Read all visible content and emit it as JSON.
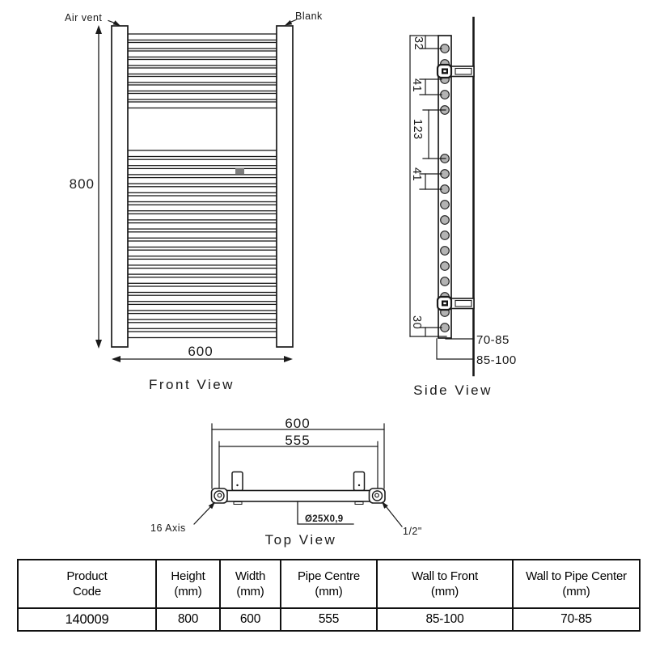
{
  "front_view": {
    "title": "Front View",
    "air_vent_label": "Air vent",
    "blank_label": "Blank",
    "height_dim": "800",
    "width_dim": "600"
  },
  "side_view": {
    "title": "Side View",
    "dims": {
      "top_offset": "32",
      "upper_gap": "41",
      "middle_gap": "123",
      "lower_gap": "41",
      "bottom_offset": "30",
      "wall_to_pipe_center": "70-85",
      "wall_to_front": "85-100"
    }
  },
  "top_view": {
    "title": "Top View",
    "overall_width_dim": "600",
    "pipe_centre_dim": "555",
    "tube_spec": "Ø25X0,9",
    "axis_label": "16 Axis",
    "connection_label": "1/2\""
  },
  "spec_table": {
    "headers": [
      [
        "Product",
        "Code"
      ],
      [
        "Height",
        "(mm)"
      ],
      [
        "Width",
        "(mm)"
      ],
      [
        "Pipe Centre",
        "(mm)"
      ],
      [
        "Wall to Front",
        "(mm)"
      ],
      [
        "Wall to Pipe Center",
        "(mm)"
      ]
    ],
    "row": [
      "140009",
      "800",
      "600",
      "555",
      "85-100",
      "70-85"
    ]
  },
  "colors": {
    "line": "#1a1a1a",
    "tube_fill": "#b3b3b3",
    "sticker": "#7d7d7d",
    "background": "#ffffff"
  }
}
